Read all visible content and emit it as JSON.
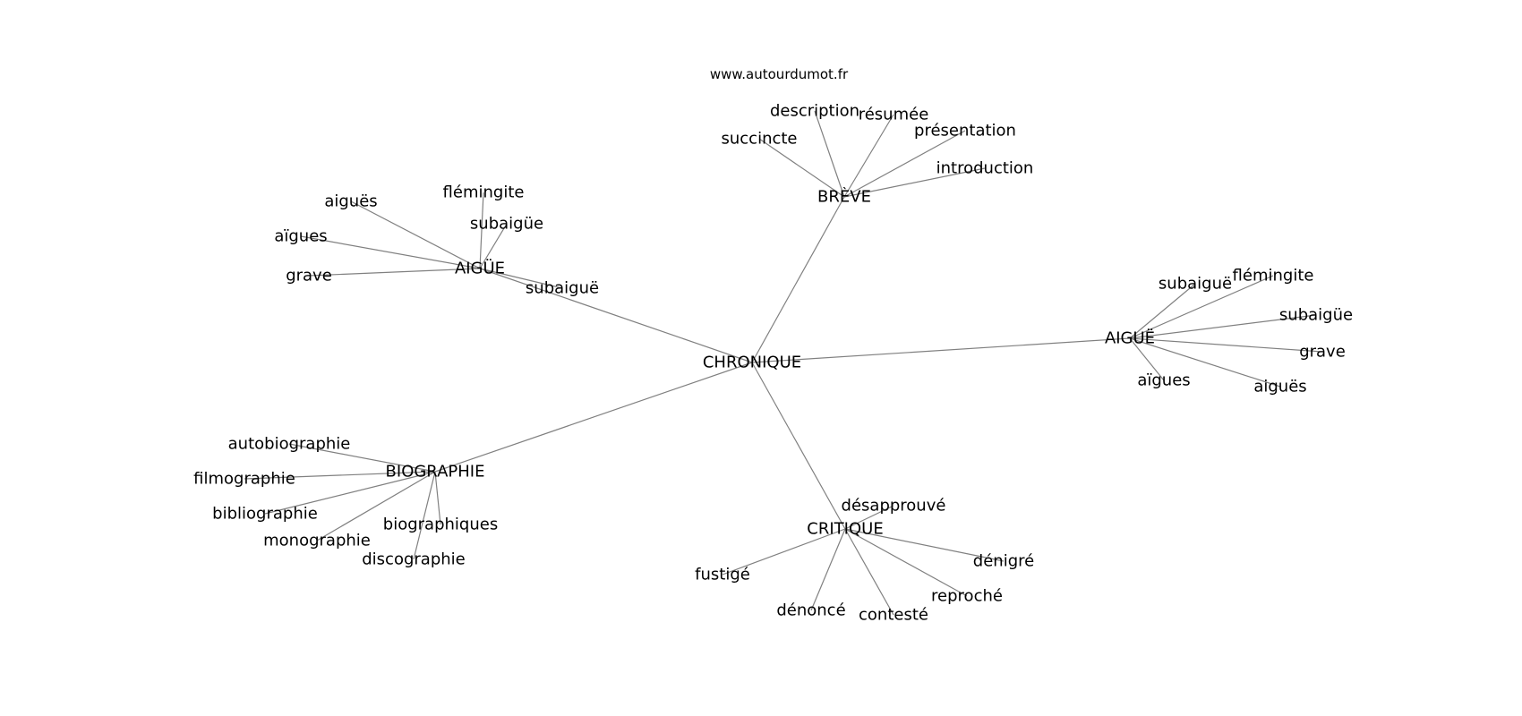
{
  "source_label": "www.autourdumot.fr",
  "center": "CHRONIQUE",
  "groups": [
    {
      "hub": "BRÈVE",
      "leaves": [
        "description",
        "résumée",
        "présentation",
        "introduction",
        "succincte"
      ]
    },
    {
      "hub": "AIGÜE",
      "leaves": [
        "flémingite",
        "subaigüe",
        "aiguës",
        "aïgues",
        "grave",
        "subaiguë"
      ]
    },
    {
      "hub": "AIGUË",
      "leaves": [
        "subaiguë",
        "flémingite",
        "subaigüe",
        "grave",
        "aïgues",
        "aiguës"
      ]
    },
    {
      "hub": "BIOGRAPHIE",
      "leaves": [
        "autobiographie",
        "filmographie",
        "bibliographie",
        "monographie",
        "discographie",
        "biographiques"
      ]
    },
    {
      "hub": "CRITIQUE",
      "leaves": [
        "désapprouvé",
        "dénigré",
        "reproché",
        "contesté",
        "dénoncé",
        "fustigé"
      ]
    }
  ]
}
